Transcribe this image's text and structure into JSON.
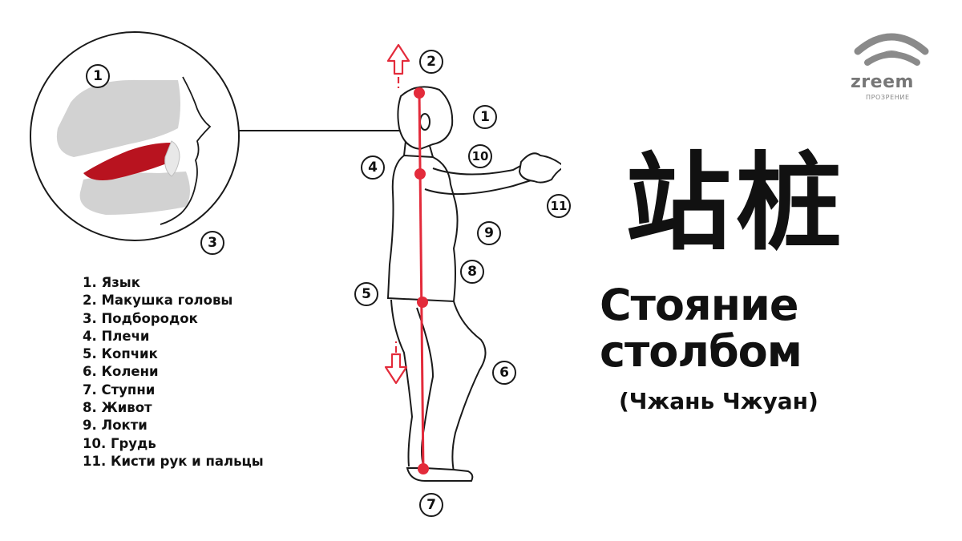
{
  "badges": {
    "b1_mouth": "1",
    "b3_chin": "3",
    "b2_crown": "2",
    "b1_head": "1",
    "b10": "10",
    "b4": "4",
    "b11": "11",
    "b9": "9",
    "b8": "8",
    "b5": "5",
    "b6": "6",
    "b7": "7"
  },
  "legend": [
    "1. Язык",
    "2. Макушка головы",
    "3. Подбородок",
    "4. Плечи",
    "5. Копчик",
    "6. Колени",
    "7. Ступни",
    "8. Живот",
    "9. Локти",
    "10. Грудь",
    "11. Кисти рук и пальцы"
  ],
  "title": {
    "hanzi": "站桩",
    "line1": "Стояние",
    "line2": "столбом",
    "subtitle": "(Чжань Чжуан)"
  },
  "logo": {
    "name": "zreem",
    "tagline": "ПРОЗРЕНИЕ"
  },
  "colors": {
    "accent_red": "#e32b3b",
    "tongue_red": "#b8131f",
    "mouth_gray": "#d2d2d2",
    "logo_gray": "#8a8a8a"
  }
}
